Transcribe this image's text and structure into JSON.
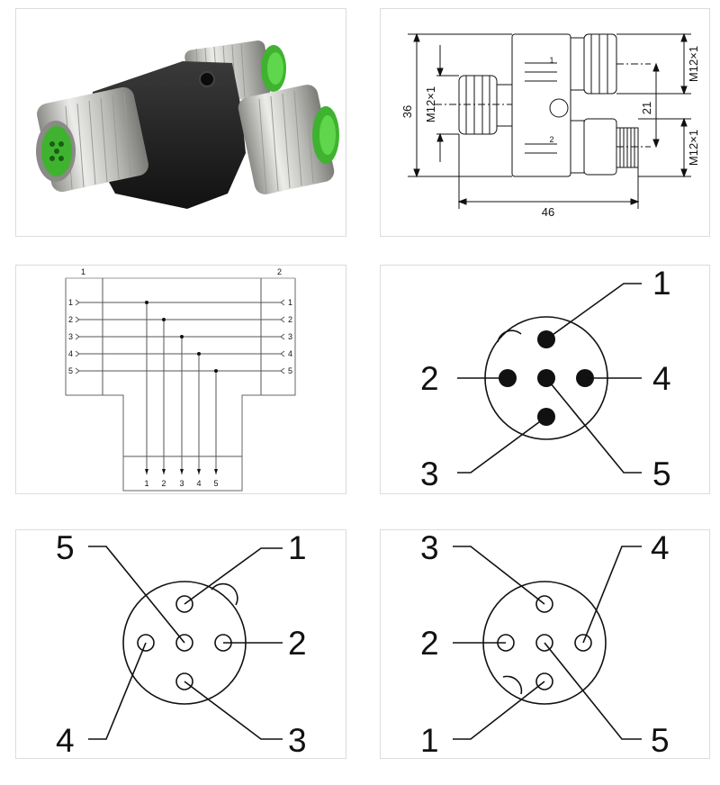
{
  "panels": {
    "photo": {
      "label": ""
    },
    "drawing": {
      "height": "36",
      "width": "46",
      "spacing": "21",
      "thread_left": "M12×1",
      "thread_top": "M12×1",
      "thread_bottom": "M12×1",
      "port1": "1",
      "port2": "2"
    },
    "wiring": {
      "left_port": "1",
      "right_port": "2",
      "left_pins": [
        "1",
        "2",
        "3",
        "4",
        "5"
      ],
      "right_pins": [
        "1",
        "2",
        "3",
        "4",
        "5"
      ],
      "bottom_pins": [
        "1",
        "2",
        "3",
        "4",
        "5"
      ]
    },
    "pin_a": {
      "labels": [
        "1",
        "2",
        "3",
        "4",
        "5"
      ]
    },
    "pin_b": {
      "labels": [
        "1",
        "2",
        "3",
        "4",
        "5"
      ]
    },
    "pin_c": {
      "labels": [
        "1",
        "2",
        "3",
        "4",
        "5"
      ]
    }
  },
  "colors": {
    "connector_green": "#4cc23a",
    "body_black": "#1c1c1c",
    "metal": "#c8c8c4",
    "line": "#111111"
  }
}
